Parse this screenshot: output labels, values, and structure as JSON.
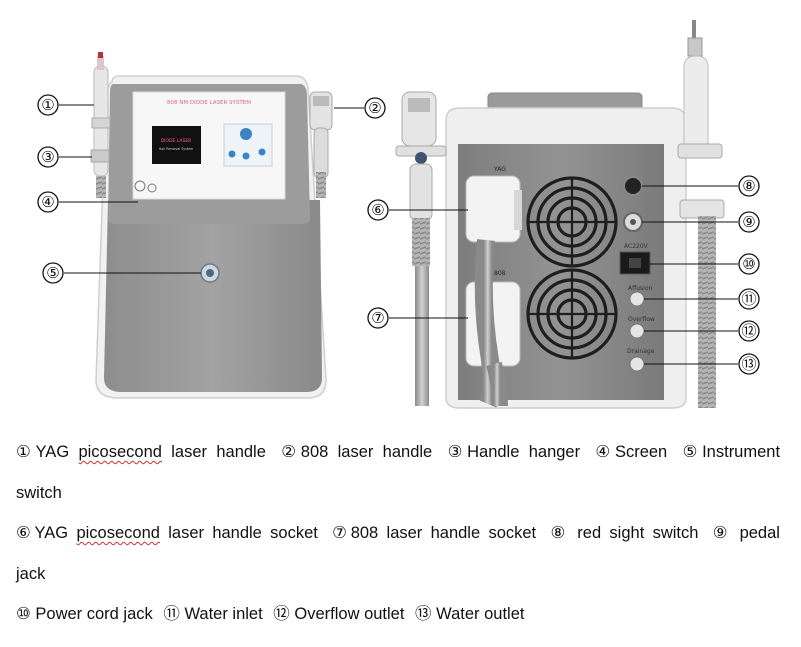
{
  "screen": {
    "title_text": "808 NM DIODE LASER SYSTEM",
    "display_line1": "DIODE LASER",
    "display_line2": "Hair Removal System"
  },
  "labels": {
    "yag": "YAG",
    "socket_808": "808",
    "pwr": "AC220V",
    "affusion": "Affusion",
    "overflow": "Overflow",
    "drainage": "Drainage"
  },
  "callouts": [
    {
      "num": "①"
    },
    {
      "num": "②"
    },
    {
      "num": "③"
    },
    {
      "num": "④"
    },
    {
      "num": "⑤"
    },
    {
      "num": "⑥"
    },
    {
      "num": "⑦"
    },
    {
      "num": "⑧"
    },
    {
      "num": "⑨"
    },
    {
      "num": "⑩"
    },
    {
      "num": "⑪"
    },
    {
      "num": "⑫"
    },
    {
      "num": "⑬"
    }
  ],
  "legend": {
    "line1": [
      {
        "num": "①",
        "pre": "YAG ",
        "sq": "picosecond",
        "post": " laser handle"
      },
      {
        "num": "②",
        "pre": "808 laser handle",
        "sq": "",
        "post": ""
      },
      {
        "num": "③",
        "pre": "Handle hanger",
        "sq": "",
        "post": ""
      },
      {
        "num": "④",
        "pre": "Screen",
        "sq": "",
        "post": ""
      },
      {
        "num": "⑤",
        "pre": "Instrument",
        "sq": "",
        "post": ""
      }
    ],
    "line2": "switch",
    "line3": [
      {
        "num": "⑥",
        "pre": "YAG ",
        "sq": "picosecond",
        "post": " laser handle socket"
      },
      {
        "num": "⑦",
        "pre": "808 laser handle socket",
        "sq": "",
        "post": ""
      },
      {
        "num": "⑧",
        "pre": " red sight switch",
        "sq": "",
        "post": ""
      },
      {
        "num": "⑨",
        "pre": " pedal",
        "sq": "",
        "post": ""
      }
    ],
    "line4": "jack",
    "line5": [
      {
        "num": "⑩",
        "pre": " Power cord jack",
        "sq": "",
        "post": ""
      },
      {
        "num": "⑪",
        "pre": " Water inlet",
        "sq": "",
        "post": ""
      },
      {
        "num": "⑫",
        "pre": " Overflow outlet",
        "sq": "",
        "post": ""
      },
      {
        "num": "⑬",
        "pre": " Water outlet",
        "sq": "",
        "post": ""
      }
    ]
  }
}
